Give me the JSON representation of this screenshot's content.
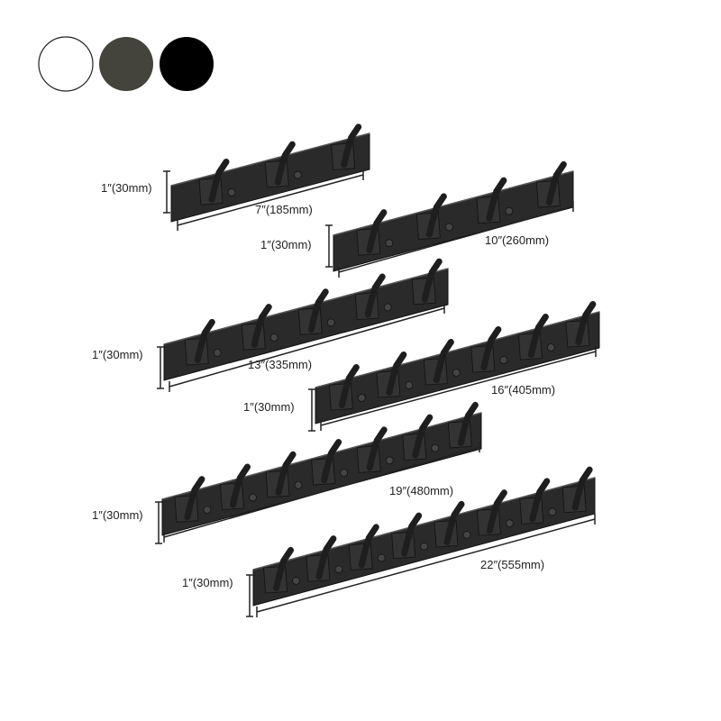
{
  "swatches": [
    {
      "name": "white",
      "color": "#ffffff"
    },
    {
      "name": "gun-grey",
      "color": "#45443c"
    },
    {
      "name": "black",
      "color": "#000000"
    }
  ],
  "rail_color": "#2a2a2a",
  "hook_color": "#1e1e1e",
  "racks": [
    {
      "length_label": "7″(185mm)",
      "height_label": "1″(30mm)",
      "hooks": 3
    },
    {
      "length_label": "10″(260mm)",
      "height_label": "1″(30mm)",
      "hooks": 4
    },
    {
      "length_label": "13″(335mm)",
      "height_label": "1″(30mm)",
      "hooks": 5
    },
    {
      "length_label": "16″(405mm)",
      "height_label": "1″(30mm)",
      "hooks": 6
    },
    {
      "length_label": "19″(480mm)",
      "height_label": "1″(30mm)",
      "hooks": 7
    },
    {
      "length_label": "22″(555mm)",
      "height_label": "1″(30mm)",
      "hooks": 8
    }
  ]
}
